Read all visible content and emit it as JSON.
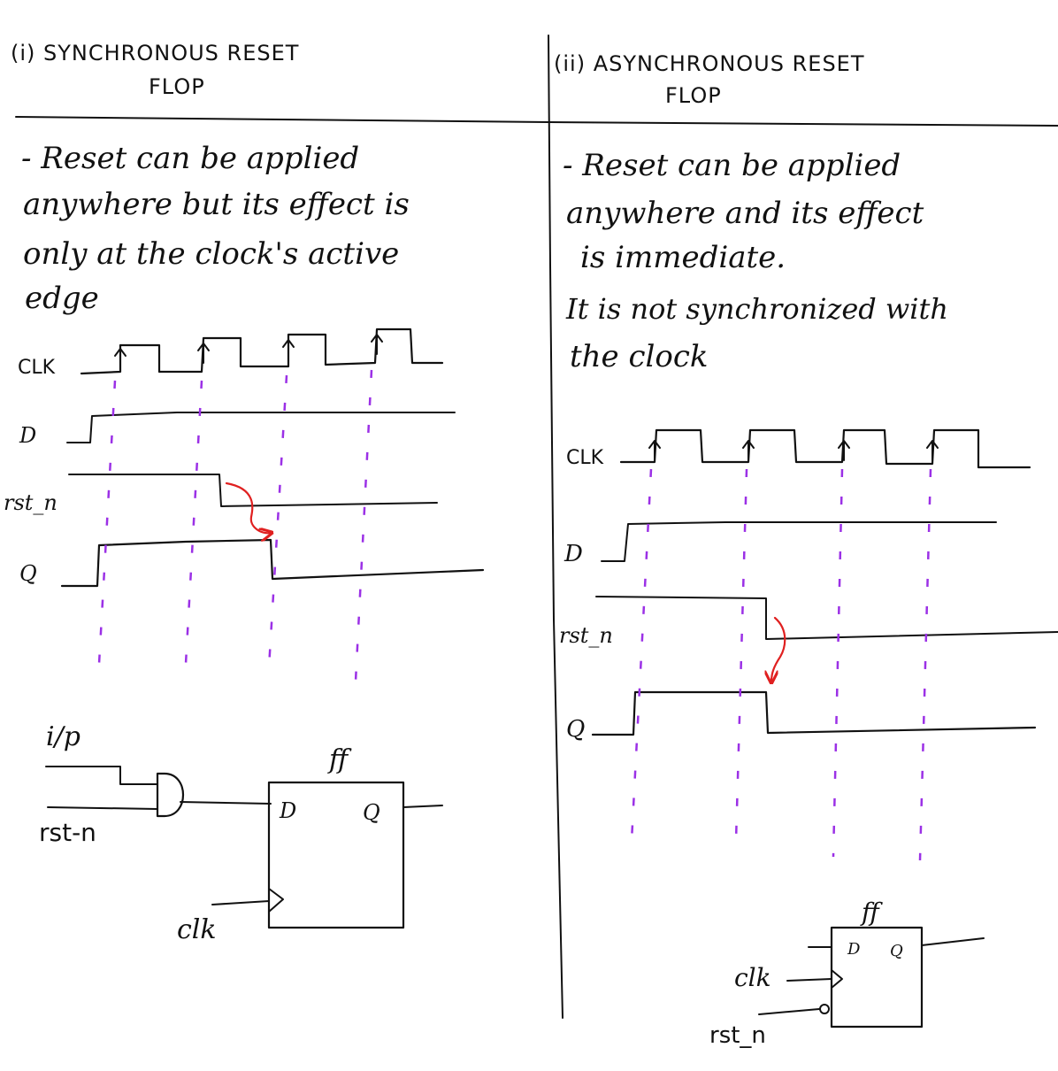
{
  "left_panel": {
    "title_line1": "(i) SYNCHRONOUS  RESET",
    "title_line2": "FLOP",
    "desc_lines": [
      "- Reset  can  be  applied",
      "anywhere  but  its  effect  is",
      "only  at  the  clock's  active",
      "edge"
    ],
    "signals": {
      "clk": "CLK",
      "d": "D",
      "rst": "rst_n",
      "q": "Q"
    },
    "circuit": {
      "input_label": "i/p",
      "rst_label": "rst-n",
      "clk_label": "clk",
      "ff_label": "ff",
      "d_pin": "D",
      "q_pin": "Q"
    }
  },
  "right_panel": {
    "title_line1": "(ii) ASYNCHRONOUS  RESET",
    "title_line2": "FLOP",
    "desc_lines": [
      "- Reset  can  be  applied",
      "anywhere  and  its  effect",
      "is  immediate.",
      "It  is  not  synchronized  with",
      "the  clock"
    ],
    "signals": {
      "clk": "CLK",
      "d": "D",
      "rst": "rst_n",
      "q": "Q"
    },
    "circuit": {
      "clk_label": "clk",
      "rst_label": "rst_n",
      "ff_label": "ff",
      "d_pin": "D",
      "q_pin": "Q"
    }
  },
  "colors": {
    "ink": "#111111",
    "guide": "#9b30e6",
    "reset_arrow": "#e02020"
  }
}
